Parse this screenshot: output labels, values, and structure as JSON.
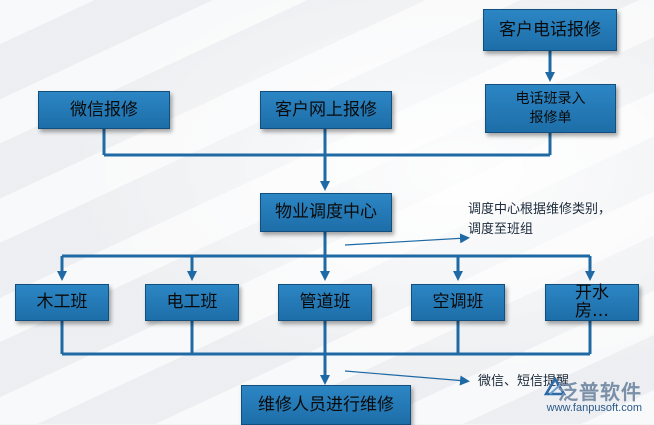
{
  "nodes": {
    "phone_repair": "客户电话报修",
    "wechat_repair": "微信报修",
    "online_repair": "客户网上报修",
    "phone_entry": "电话班录入\n报修单",
    "dispatch_center": "物业调度中心",
    "carpentry": "木工班",
    "electrician": "电工班",
    "plumbing": "管道班",
    "aircon": "空调班",
    "locksmith": "开水\n房…",
    "repair_staff": "维修人员进行维修"
  },
  "notes": {
    "dispatch_note": "调度中心根据维修类别，\n调度至班组",
    "notify_note": "微信、短信提醒"
  },
  "logo": {
    "brand": "泛普软件",
    "url": "www.fanpusoft.com"
  },
  "colors": {
    "box_fill": "#2279b8",
    "line": "#1f6aa5"
  }
}
